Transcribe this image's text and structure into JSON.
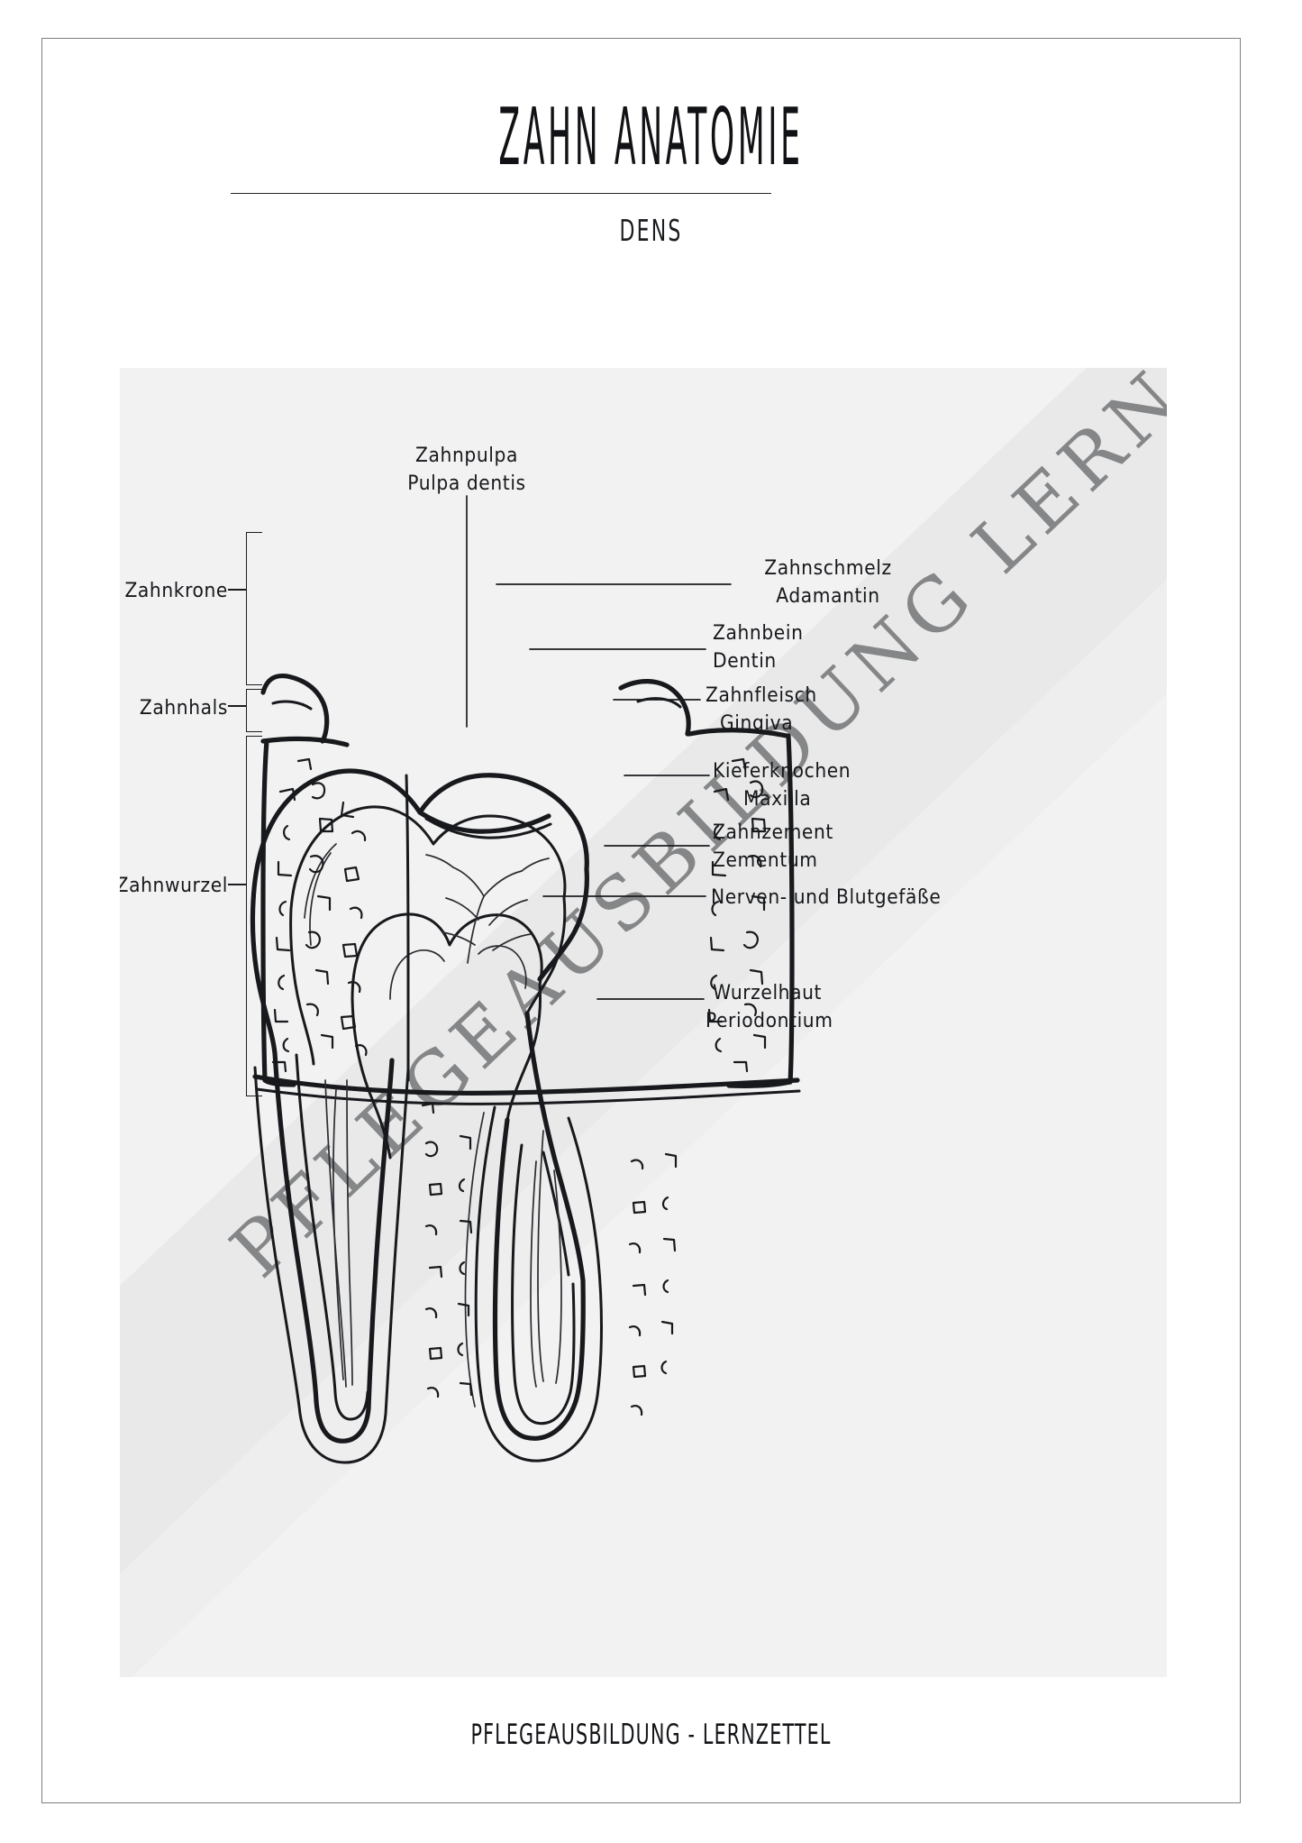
{
  "poster": {
    "title": "ZAHN  ANATOMIE",
    "subtitle": "DENS",
    "footer": "PFLEGEAUSBILDUNG - LERNZETTEL",
    "watermark": "PFLEGEAUSBILDUNG  LERNZETTEL",
    "accent_color": "#16181b",
    "panel_color": "#f2f2f2",
    "watermark_color": "#6f7173",
    "page_background": "#ffffff"
  },
  "diagram": {
    "name": "tooth-cross-section",
    "top_label": {
      "german": "Zahnpulpa",
      "latin": "Pulpa dentis"
    },
    "left_labels": [
      {
        "id": "zahnkrone",
        "german": "Zahnkrone",
        "latin": ""
      },
      {
        "id": "zahnhals",
        "german": "Zahnhals",
        "latin": ""
      },
      {
        "id": "zahnwurzel",
        "german": "Zahnwurzel",
        "latin": ""
      }
    ],
    "right_labels": [
      {
        "id": "zahnschmelz",
        "german": "Zahnschmelz",
        "latin": "Adamantin"
      },
      {
        "id": "zahnbein",
        "german": "Zahnbein",
        "latin": "Dentin"
      },
      {
        "id": "zahnfleisch",
        "german": "Zahnfleisch",
        "latin": "Gingiva"
      },
      {
        "id": "kieferknochen",
        "german": "Kieferknochen",
        "latin": "Maxilla"
      },
      {
        "id": "zahnzement",
        "german": "Zahnzement",
        "latin": "Zementum"
      },
      {
        "id": "gefaesse",
        "german": "Nerven- und  Blutgefäße",
        "latin": ""
      },
      {
        "id": "wurzelhaut",
        "german": "Wurzelhaut",
        "latin": "Periodontium"
      }
    ]
  }
}
